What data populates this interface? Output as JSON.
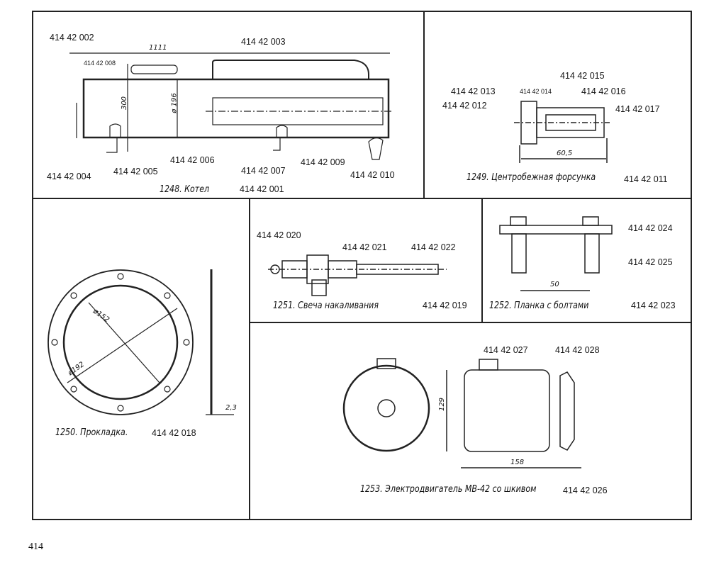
{
  "page_number": "414",
  "figures": {
    "f1248": {
      "caption": "1248. Котел",
      "code": "414 42 001",
      "parts": [
        "414 42 002",
        "414 42 003",
        "414 42 008",
        "414 42 004",
        "414 42 005",
        "414 42 006",
        "414 42 007",
        "414 42 009",
        "414 42 010"
      ],
      "dims": {
        "length": "1111",
        "height": "300",
        "diameter": "ø 196"
      }
    },
    "f1249": {
      "caption": "1249. Центробежная форсунка",
      "code": "414 42 011",
      "parts": [
        "414 42 013",
        "414 42 012",
        "414 42 014",
        "414 42 015",
        "414 42 016",
        "414 42 017"
      ],
      "dims": {
        "length": "60,5"
      }
    },
    "f1250": {
      "caption": "1250. Прокладка.",
      "code": "414 42 018",
      "dims": {
        "inner": "ø152",
        "outer": "ø192",
        "thickness": "2,3"
      }
    },
    "f1251": {
      "caption": "1251. Свеча накаливания",
      "code": "414 42 019",
      "parts": [
        "414 42 020",
        "414 42 021",
        "414 42 022"
      ]
    },
    "f1252": {
      "caption": "1252. Планка с болтами",
      "code": "414 42 023",
      "parts": [
        "414 42 024",
        "414 42 025"
      ],
      "dims": {
        "spacing": "50"
      }
    },
    "f1253": {
      "caption": "1253. Электродвигатель МВ-42 со шкивом",
      "code": "414 42 026",
      "parts": [
        "414 42 027",
        "414 42 028"
      ],
      "dims": {
        "height": "129",
        "length": "158"
      }
    }
  }
}
